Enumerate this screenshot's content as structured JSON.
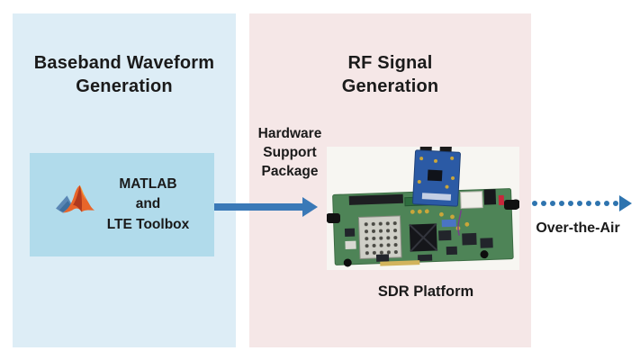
{
  "figure": {
    "type": "workflow-diagram",
    "left_panel": {
      "title": "Baseband Waveform\nGeneration",
      "tool_label": "MATLAB\nand\nLTE Toolbox",
      "icon": "matlab-logo-icon"
    },
    "right_panel": {
      "title": "RF Signal\nGeneration",
      "platform_label": "SDR Platform",
      "image": "sdr-board-photo"
    },
    "connections": {
      "hardware_support_package": "Hardware\nSupport\nPackage",
      "over_the_air": "Over-the-Air",
      "over_the_air_dot_count": 10
    },
    "palette": {
      "left_panel_bg": "#ddedf6",
      "matlab_box_bg": "#b1dbeb",
      "right_panel_bg": "#f5e7e7",
      "solid_arrow_blue": "#3a79b7",
      "dotted_arrow_blue": "#2e74af",
      "text_color": "#1a1a1a",
      "photo_bg": "#f7f6f2",
      "pcb_green": "#4e8457",
      "daughtercard_blue": "#2b5aa5",
      "matlab_orange": "#e8652a",
      "matlab_red": "#b03a1e",
      "matlab_shadow_blue": "#5a87b5"
    }
  }
}
